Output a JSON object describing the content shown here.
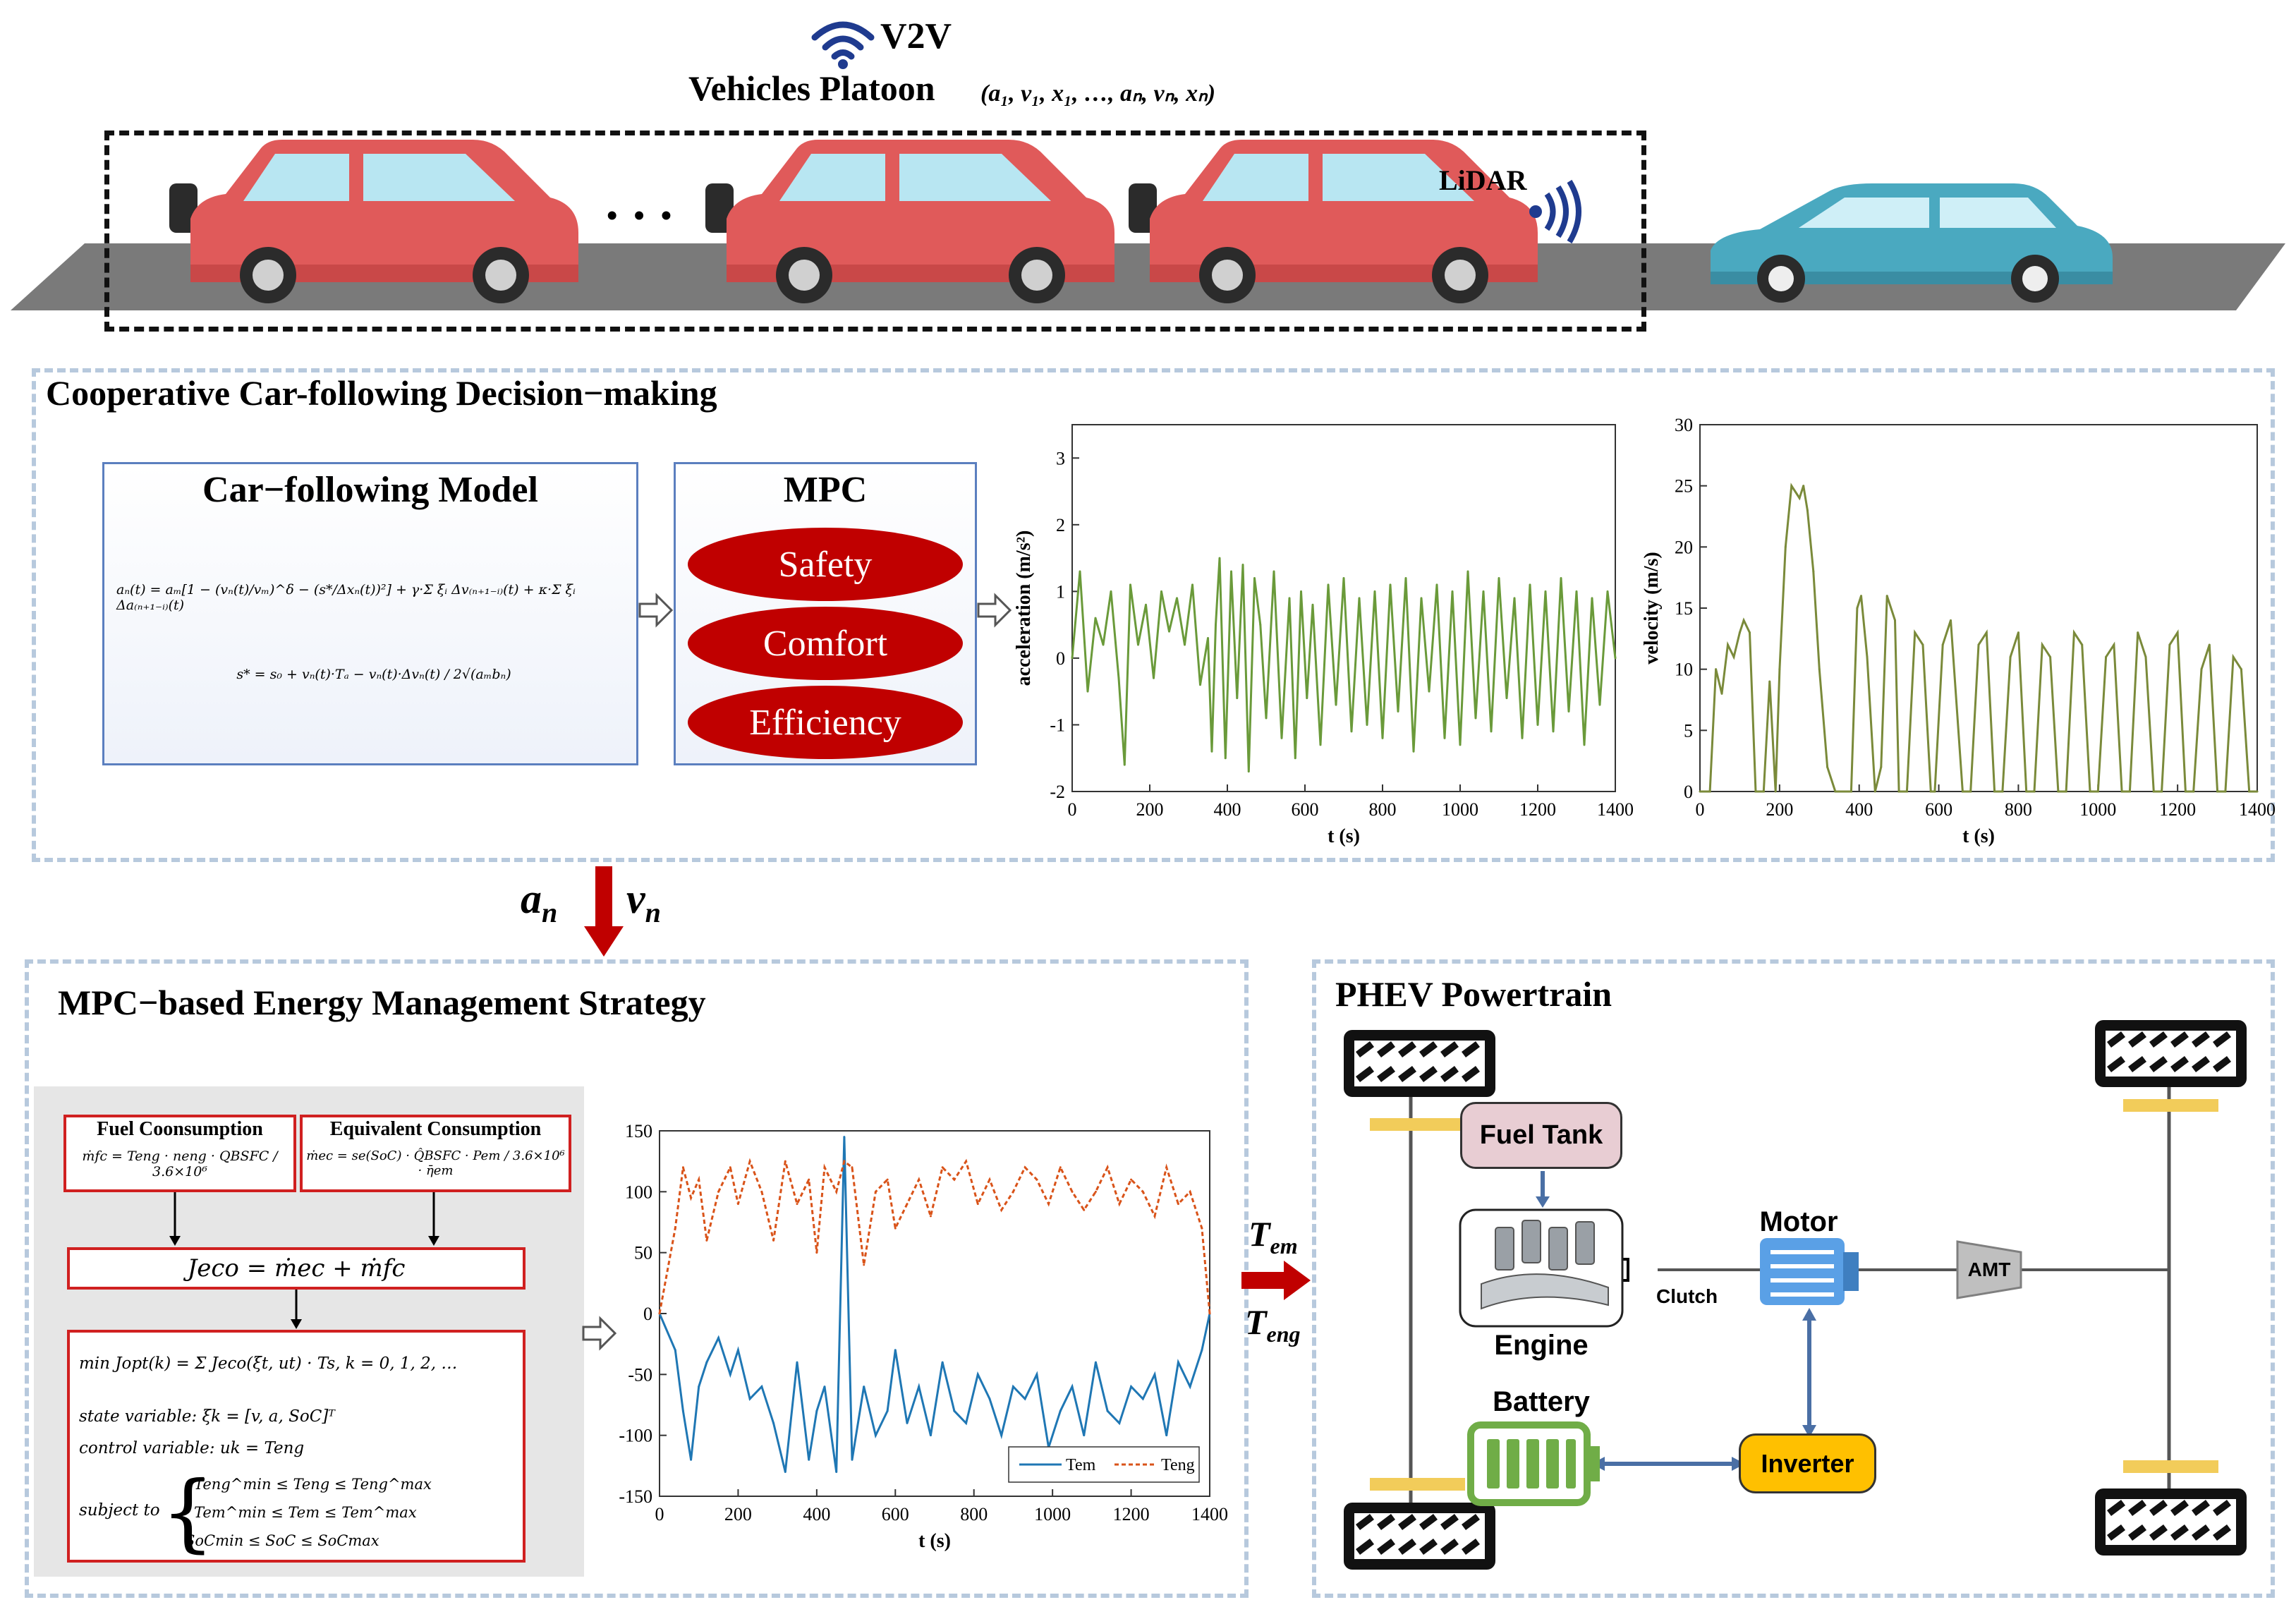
{
  "header": {
    "v2v_label": "V2V",
    "platoon_title": "Vehicles Platoon",
    "platoon_vars": "(a₁, v₁, x₁, …, aₙ, vₙ, xₙ)",
    "ellipsis": "• • •",
    "lidar_label": "LiDAR"
  },
  "cooperative": {
    "title": "Cooperative Car-following Decision−making",
    "model_title": "Car−following Model",
    "model_eq1": "aₙ(t) = aₘ[1 − (vₙ(t)/vₘ)^δ − (s*/Δxₙ(t))²] + γ·Σ ξᵢ Δv₍ₙ₊₁₋ᵢ₎(t) + κ·Σ ξᵢ Δa₍ₙ₊₁₋ᵢ₎(t)",
    "model_eq2": "s* = s₀ + vₙ(t)·Tₐ − vₙ(t)·Δvₙ(t) / 2√(aₘbₙ)",
    "mpc_title": "MPC",
    "mpc_items": [
      "Safety",
      "Comfort",
      "Efficiency"
    ]
  },
  "flow_labels": {
    "a_n": "a",
    "a_sub": "n",
    "v_n": "v",
    "v_sub": "n",
    "t_em": "T",
    "t_em_sub": "em",
    "t_eng": "T",
    "t_eng_sub": "eng"
  },
  "ems": {
    "title": "MPC−based Energy Management Strategy",
    "fuel_title": "Fuel Coonsumption",
    "fuel_eq": "ṁfc = Teng · neng · QBSFC / 3.6×10⁶",
    "equiv_title": "Equivalent Consumption",
    "equiv_eq": "ṁec = se(SoC) · Q̂BSFC · Pem / 3.6×10⁶ · η̄em",
    "jeco_eq": "Jeco = ṁec + ṁfc",
    "opt_eq": "min Jopt(k) = Σ Jeco(ξt, ut) · Ts,   k = 0, 1, 2, …",
    "state_var": "state variable: ξk = [v, a, SoC]ᵀ",
    "control_var": "control variable: uk = Teng",
    "subject_to": "subject to",
    "constraints": [
      "Teng^min ≤ Teng ≤ Teng^max",
      "Tem^min ≤ Tem ≤ Tem^max",
      "SoCmin ≤ SoC ≤ SoCmax"
    ]
  },
  "powertrain": {
    "title": "PHEV Powertrain",
    "fuel_tank": "Fuel Tank",
    "engine": "Engine",
    "clutch": "Clutch",
    "motor": "Motor",
    "amt": "AMT",
    "battery": "Battery",
    "inverter": "Inverter"
  },
  "colors": {
    "car_red": "#e05a5a",
    "car_blue": "#4aa9c0",
    "mpc_red": "#c00000",
    "arrow_red": "#c00000",
    "panel_dash": "#b7c9dd",
    "tem_blue": "#1f77b4",
    "teng_orange": "#d95319",
    "motor_blue": "#5aa0e6",
    "inverter_yellow": "#ffc000",
    "battery_green": "#70ad47",
    "fuel_tank_pink": "#e8cdd3"
  },
  "chart_data": [
    {
      "type": "line",
      "xlabel": "t (s)",
      "ylabel": "acceleration (m/s²)",
      "xlim": [
        0,
        1400
      ],
      "ylim": [
        -2,
        3.5
      ],
      "x_ticks": [
        0,
        200,
        400,
        600,
        800,
        1000,
        1200,
        1400
      ],
      "y_ticks": [
        -2,
        -1,
        0,
        1,
        2,
        3
      ],
      "series": [
        {
          "values_x": [
            0,
            20,
            40,
            60,
            80,
            100,
            120,
            135,
            150,
            170,
            190,
            210,
            230,
            250,
            270,
            290,
            310,
            330,
            350,
            360,
            370,
            380,
            395,
            410,
            425,
            440,
            455,
            470,
            485,
            500,
            520,
            540,
            560,
            575,
            590,
            605,
            620,
            640,
            660,
            680,
            700,
            720,
            740,
            760,
            780,
            800,
            820,
            840,
            860,
            880,
            900,
            920,
            940,
            960,
            980,
            1000,
            1020,
            1040,
            1060,
            1080,
            1100,
            1120,
            1140,
            1160,
            1180,
            1200,
            1220,
            1240,
            1260,
            1280,
            1300,
            1320,
            1340,
            1360,
            1380,
            1400
          ],
          "values_y": [
            0,
            1.3,
            -0.5,
            0.6,
            0.2,
            1.0,
            -0.3,
            -1.6,
            1.1,
            0.2,
            0.8,
            -0.3,
            1.0,
            0.4,
            0.9,
            0.2,
            1.1,
            -0.4,
            0.3,
            -1.4,
            0.5,
            1.5,
            -1.5,
            1.3,
            -0.6,
            1.4,
            -1.7,
            1.2,
            0.5,
            -0.9,
            1.3,
            -1.2,
            0.9,
            -1.5,
            1.0,
            -0.6,
            0.8,
            -1.3,
            1.1,
            -0.7,
            1.2,
            -1.1,
            0.9,
            -1.0,
            1.0,
            -1.2,
            1.1,
            -0.8,
            1.2,
            -1.4,
            0.9,
            -0.5,
            1.1,
            -1.2,
            1.0,
            -1.3,
            1.3,
            -0.9,
            1.0,
            -1.1,
            1.2,
            -0.6,
            0.9,
            -1.2,
            1.1,
            -1.0,
            1.0,
            -1.1,
            1.2,
            -0.8,
            1.0,
            -1.3,
            0.9,
            -0.7,
            1.0,
            0
          ]
        }
      ]
    },
    {
      "type": "line",
      "xlabel": "t (s)",
      "ylabel": "velocity (m/s)",
      "xlim": [
        0,
        1400
      ],
      "ylim": [
        0,
        30
      ],
      "x_ticks": [
        0,
        200,
        400,
        600,
        800,
        1000,
        1200,
        1400
      ],
      "y_ticks": [
        0,
        5,
        10,
        15,
        20,
        25,
        30
      ],
      "series": [
        {
          "values_x": [
            0,
            15,
            25,
            40,
            55,
            70,
            85,
            100,
            110,
            125,
            140,
            150,
            160,
            175,
            190,
            200,
            215,
            230,
            250,
            260,
            270,
            285,
            300,
            320,
            340,
            360,
            380,
            395,
            405,
            420,
            440,
            455,
            470,
            490,
            500,
            520,
            540,
            560,
            580,
            590,
            610,
            630,
            660,
            680,
            700,
            720,
            740,
            760,
            780,
            800,
            820,
            840,
            860,
            880,
            900,
            920,
            940,
            960,
            980,
            1000,
            1020,
            1040,
            1060,
            1080,
            1100,
            1120,
            1140,
            1160,
            1180,
            1200,
            1220,
            1240,
            1260,
            1280,
            1300,
            1320,
            1340,
            1360,
            1380,
            1400
          ],
          "values_y": [
            0,
            0,
            0,
            10,
            8,
            12,
            11,
            13,
            14,
            13,
            0,
            0,
            0,
            9,
            0,
            10,
            20,
            25,
            24,
            25,
            23,
            18,
            10,
            2,
            0,
            0,
            0,
            15,
            16,
            11,
            0,
            2,
            16,
            14,
            0,
            0,
            13,
            12,
            0,
            0,
            12,
            14,
            0,
            0,
            12,
            13,
            0,
            0,
            11,
            13,
            0,
            0,
            12,
            11,
            0,
            0,
            13,
            12,
            0,
            0,
            11,
            12,
            0,
            0,
            13,
            11,
            0,
            0,
            12,
            13,
            0,
            0,
            10,
            12,
            0,
            0,
            11,
            10,
            0,
            0
          ]
        }
      ]
    },
    {
      "type": "line",
      "xlabel": "t (s)",
      "ylabel": "",
      "xlim": [
        0,
        1400
      ],
      "ylim": [
        -150,
        150
      ],
      "x_ticks": [
        0,
        200,
        400,
        600,
        800,
        1000,
        1200,
        1400
      ],
      "y_ticks": [
        -150,
        -100,
        -50,
        0,
        50,
        100,
        150
      ],
      "legend": "bottom-right",
      "series": [
        {
          "name": "Tem",
          "values_x": [
            0,
            40,
            60,
            80,
            100,
            120,
            150,
            180,
            200,
            230,
            260,
            290,
            320,
            350,
            380,
            400,
            420,
            450,
            470,
            490,
            520,
            550,
            580,
            600,
            630,
            660,
            690,
            720,
            750,
            780,
            810,
            840,
            870,
            900,
            930,
            960,
            990,
            1020,
            1050,
            1080,
            1110,
            1140,
            1170,
            1200,
            1230,
            1260,
            1290,
            1320,
            1350,
            1380,
            1400
          ],
          "values_y": [
            0,
            -30,
            -80,
            -120,
            -60,
            -40,
            -20,
            -50,
            -30,
            -70,
            -60,
            -90,
            -130,
            -40,
            -120,
            -80,
            -60,
            -130,
            145,
            -120,
            -60,
            -100,
            -80,
            -30,
            -90,
            -60,
            -100,
            -40,
            -80,
            -90,
            -50,
            -70,
            -100,
            -60,
            -70,
            -50,
            -110,
            -80,
            -60,
            -100,
            -40,
            -80,
            -90,
            -60,
            -70,
            -50,
            -100,
            -40,
            -60,
            -30,
            0
          ]
        },
        {
          "name": "Teng",
          "values_x": [
            0,
            40,
            60,
            80,
            100,
            120,
            150,
            180,
            200,
            230,
            260,
            290,
            320,
            350,
            380,
            400,
            420,
            450,
            470,
            490,
            520,
            550,
            580,
            600,
            630,
            660,
            690,
            720,
            750,
            780,
            810,
            840,
            870,
            900,
            930,
            960,
            990,
            1020,
            1050,
            1080,
            1110,
            1140,
            1170,
            1200,
            1230,
            1260,
            1290,
            1320,
            1350,
            1380,
            1400
          ],
          "values_y": [
            0,
            70,
            120,
            95,
            110,
            60,
            100,
            120,
            90,
            125,
            100,
            60,
            125,
            90,
            110,
            50,
            120,
            100,
            125,
            120,
            40,
            100,
            110,
            70,
            90,
            110,
            80,
            120,
            110,
            125,
            90,
            110,
            85,
            100,
            120,
            110,
            90,
            120,
            100,
            85,
            100,
            120,
            90,
            110,
            100,
            80,
            120,
            90,
            100,
            70,
            0
          ]
        }
      ]
    }
  ]
}
